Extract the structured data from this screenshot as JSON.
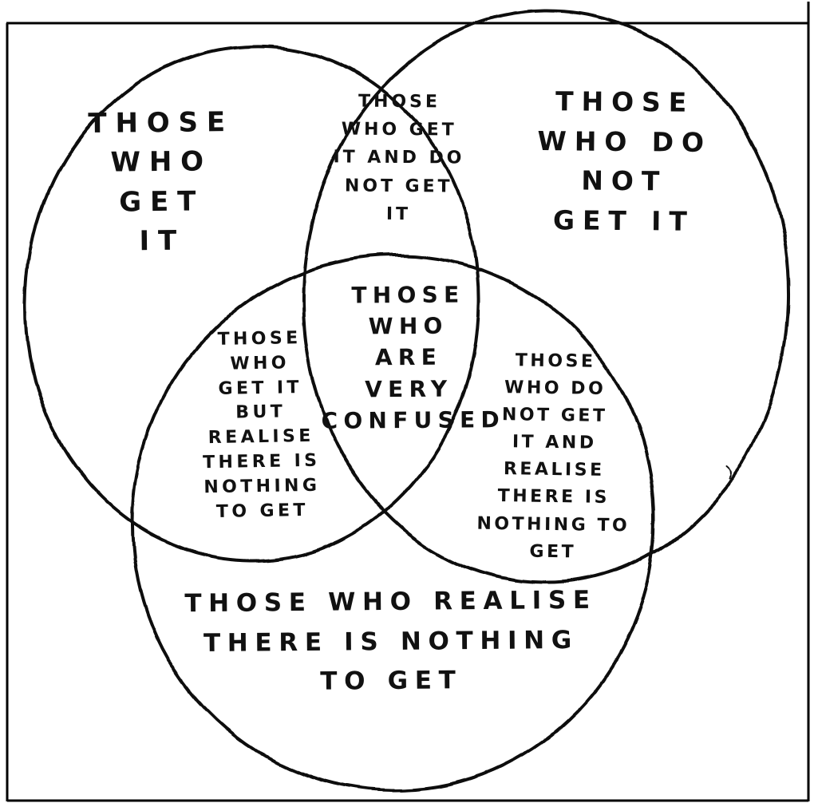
{
  "diagram": {
    "type": "venn",
    "style": "hand-drawn",
    "colors": {
      "ink": "#111111",
      "paper": "#ffffff"
    },
    "circles": [
      {
        "id": "left",
        "meaning": "those who get it"
      },
      {
        "id": "right",
        "meaning": "those who do not get it"
      },
      {
        "id": "bottom",
        "meaning": "those who realise there is nothing to get"
      }
    ],
    "regions": {
      "left": {
        "label": "THOSE\nWHO\nGET\nIT"
      },
      "top_mid": {
        "label": "THOSE\nWHO GET\nIT AND DO\nNOT GET\nIT"
      },
      "right": {
        "label": "THOSE\nWHO DO\nNOT\nGET IT"
      },
      "center": {
        "label": "THOSE\nWHO\nARE\nVERY\nCONFUSED"
      },
      "left_bottom": {
        "label": "THOSE\nWHO\nGET IT\nBUT\nREALISE\nTHERE IS\nNOTHING\nTO GET"
      },
      "right_bottom": {
        "label": "THOSE\nWHO DO\nNOT GET\nIT AND\nREALISE\nTHERE IS\nNOTHING TO\nGET"
      },
      "bottom": {
        "label": "THOSE WHO REALISE\nTHERE IS NOTHING\nTO GET"
      }
    }
  }
}
